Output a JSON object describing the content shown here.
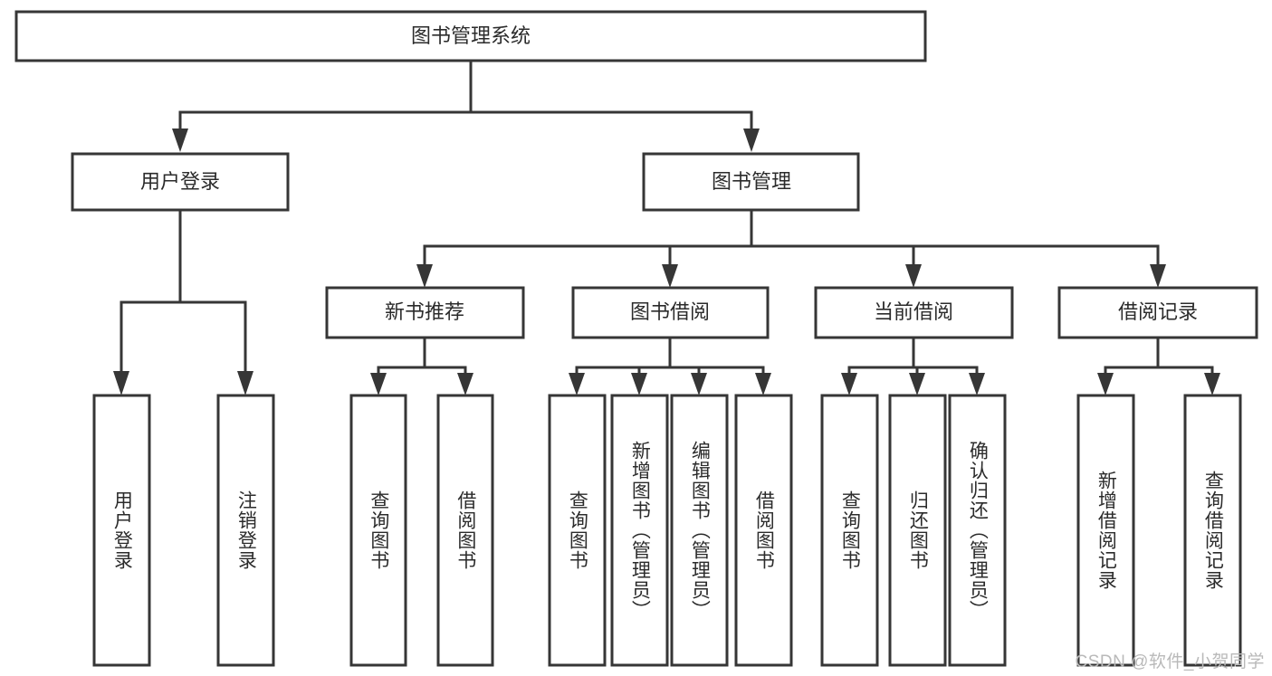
{
  "diagram": {
    "type": "tree-hierarchy",
    "title": "图书管理系统",
    "orientation": "top-down",
    "colors": {
      "box_stroke": "#363636",
      "box_fill": "#ffffff",
      "connector": "#363636",
      "text": "#2b2b2b",
      "background": "#ffffff",
      "watermark": "#b9b9b9"
    },
    "root": {
      "label": "图书管理系统"
    },
    "level2": [
      {
        "label": "用户登录"
      },
      {
        "label": "图书管理"
      }
    ],
    "level3": [
      {
        "label": "新书推荐"
      },
      {
        "label": "图书借阅"
      },
      {
        "label": "当前借阅"
      },
      {
        "label": "借阅记录"
      }
    ],
    "leaves": {
      "user_login": [
        {
          "label": "用户登录"
        },
        {
          "label": "注销登录"
        }
      ],
      "new_book": [
        {
          "label": "查询图书"
        },
        {
          "label": "借阅图书"
        }
      ],
      "book_borrow": [
        {
          "label": "查询图书"
        },
        {
          "label": "新增图书（管理员）"
        },
        {
          "label": "编辑图书（管理员）"
        },
        {
          "label": "借阅图书"
        }
      ],
      "current_borrow": [
        {
          "label": "查询图书"
        },
        {
          "label": "归还图书"
        },
        {
          "label": "确认归还（管理员）"
        }
      ],
      "borrow_record": [
        {
          "label": "新增借阅记录"
        },
        {
          "label": "查询借阅记录"
        }
      ]
    }
  },
  "watermark": {
    "text": "CSDN @软件_小贺同学"
  }
}
